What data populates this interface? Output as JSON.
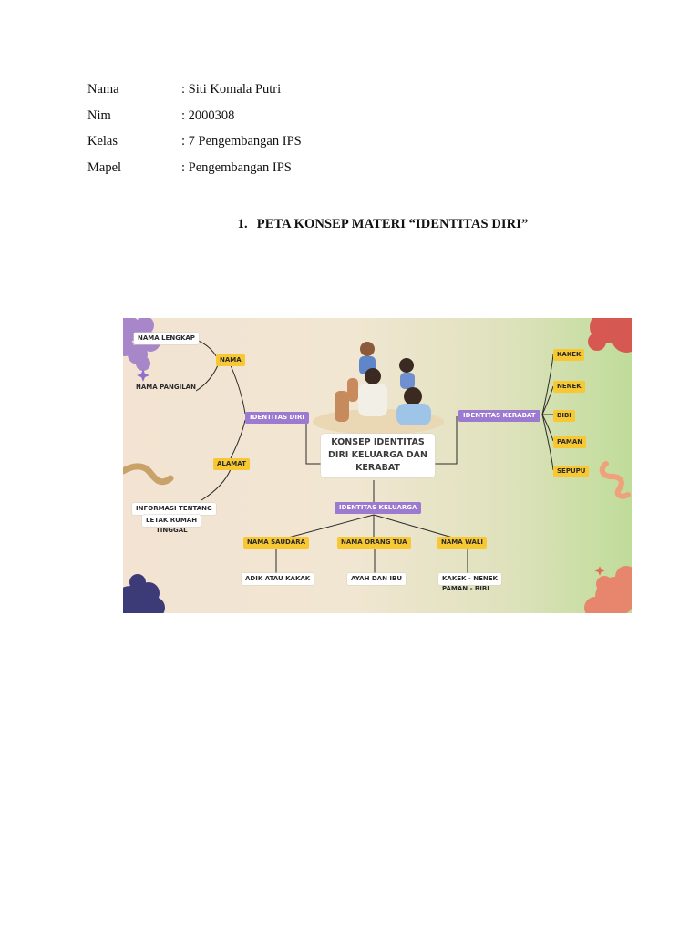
{
  "student": {
    "rows": [
      {
        "label": "Nama",
        "value": ": Siti Komala Putri"
      },
      {
        "label": "Nim",
        "value": ": 2000308"
      },
      {
        "label": "Kelas",
        "value": ": 7 Pengembangan IPS"
      },
      {
        "label": "Mapel",
        "value": ": Pengembangan IPS"
      }
    ]
  },
  "section": {
    "number": "1.",
    "title": "PETA KONSEP MATERI “IDENTITAS DIRI”"
  },
  "concept_map": {
    "center": "KONSEP IDENTITAS DIRI KELUARGA DAN KERABAT",
    "identitas_diri": {
      "label": "IDENTITAS DIRI",
      "nama": "NAMA",
      "nama_lengkap": "NAMA LENGKAP",
      "nama_pangilan": "NAMA PANGILAN",
      "alamat": "ALAMAT",
      "alamat_detail_1": "INFORMASI TENTANG",
      "alamat_detail_2": "LETAK RUMAH",
      "alamat_detail_3": "TINGGAL"
    },
    "identitas_kerabat": {
      "label": "IDENTITAS KERABAT",
      "items": [
        "KAKEK",
        "NENEK",
        "BIBI",
        "PAMAN",
        "SEPUPU"
      ]
    },
    "identitas_keluarga": {
      "label": "IDENTITAS KELUARGA",
      "nama_saudara": "NAMA SAUDARA",
      "nama_orang_tua": "NAMA ORANG TUA",
      "nama_wali": "NAMA WALI",
      "adik_kakak": "ADIK ATAU KAKAK",
      "ayah_ibu": "AYAH DAN IBU",
      "wali_detail_1": "KAKEK - NENEK",
      "wali_detail_2": "PAMAN - BIBI"
    },
    "colors": {
      "yellow_tag": "#f7c832",
      "purple_tag": "#9b7ad0",
      "line": "#2b2b2b"
    }
  }
}
